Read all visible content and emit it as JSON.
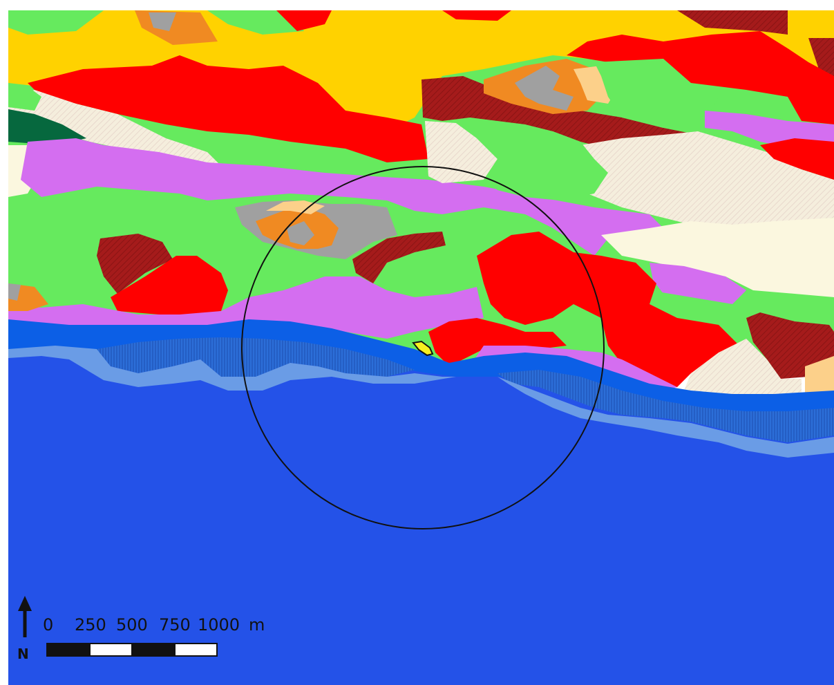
{
  "colors": {
    "sea": "#2452e8",
    "shore_band": "#0c5fe6",
    "shallow": "#6a9ce6",
    "hatched_sea": "#2c6ed8",
    "urban_red": "#ff0000",
    "urban_dark": "#a51b1b",
    "agriculture_yellow": "#ffd200",
    "grassland_green": "#66ea5e",
    "forest_dark": "#06683e",
    "mixed_violet": "#d46ef0",
    "pale_cream": "#f5eedd",
    "beige": "#fbf7df",
    "grey": "#a0a0a0",
    "orange": "#f08a22",
    "light_orange": "#fcd08a",
    "site_marker": "#f5f020",
    "buffer_circle": "#111111"
  },
  "scale_bar": {
    "ticks": [
      "0",
      "250",
      "500",
      "750",
      "1000"
    ],
    "unit": "m"
  },
  "north_arrow": {
    "label": "N"
  }
}
